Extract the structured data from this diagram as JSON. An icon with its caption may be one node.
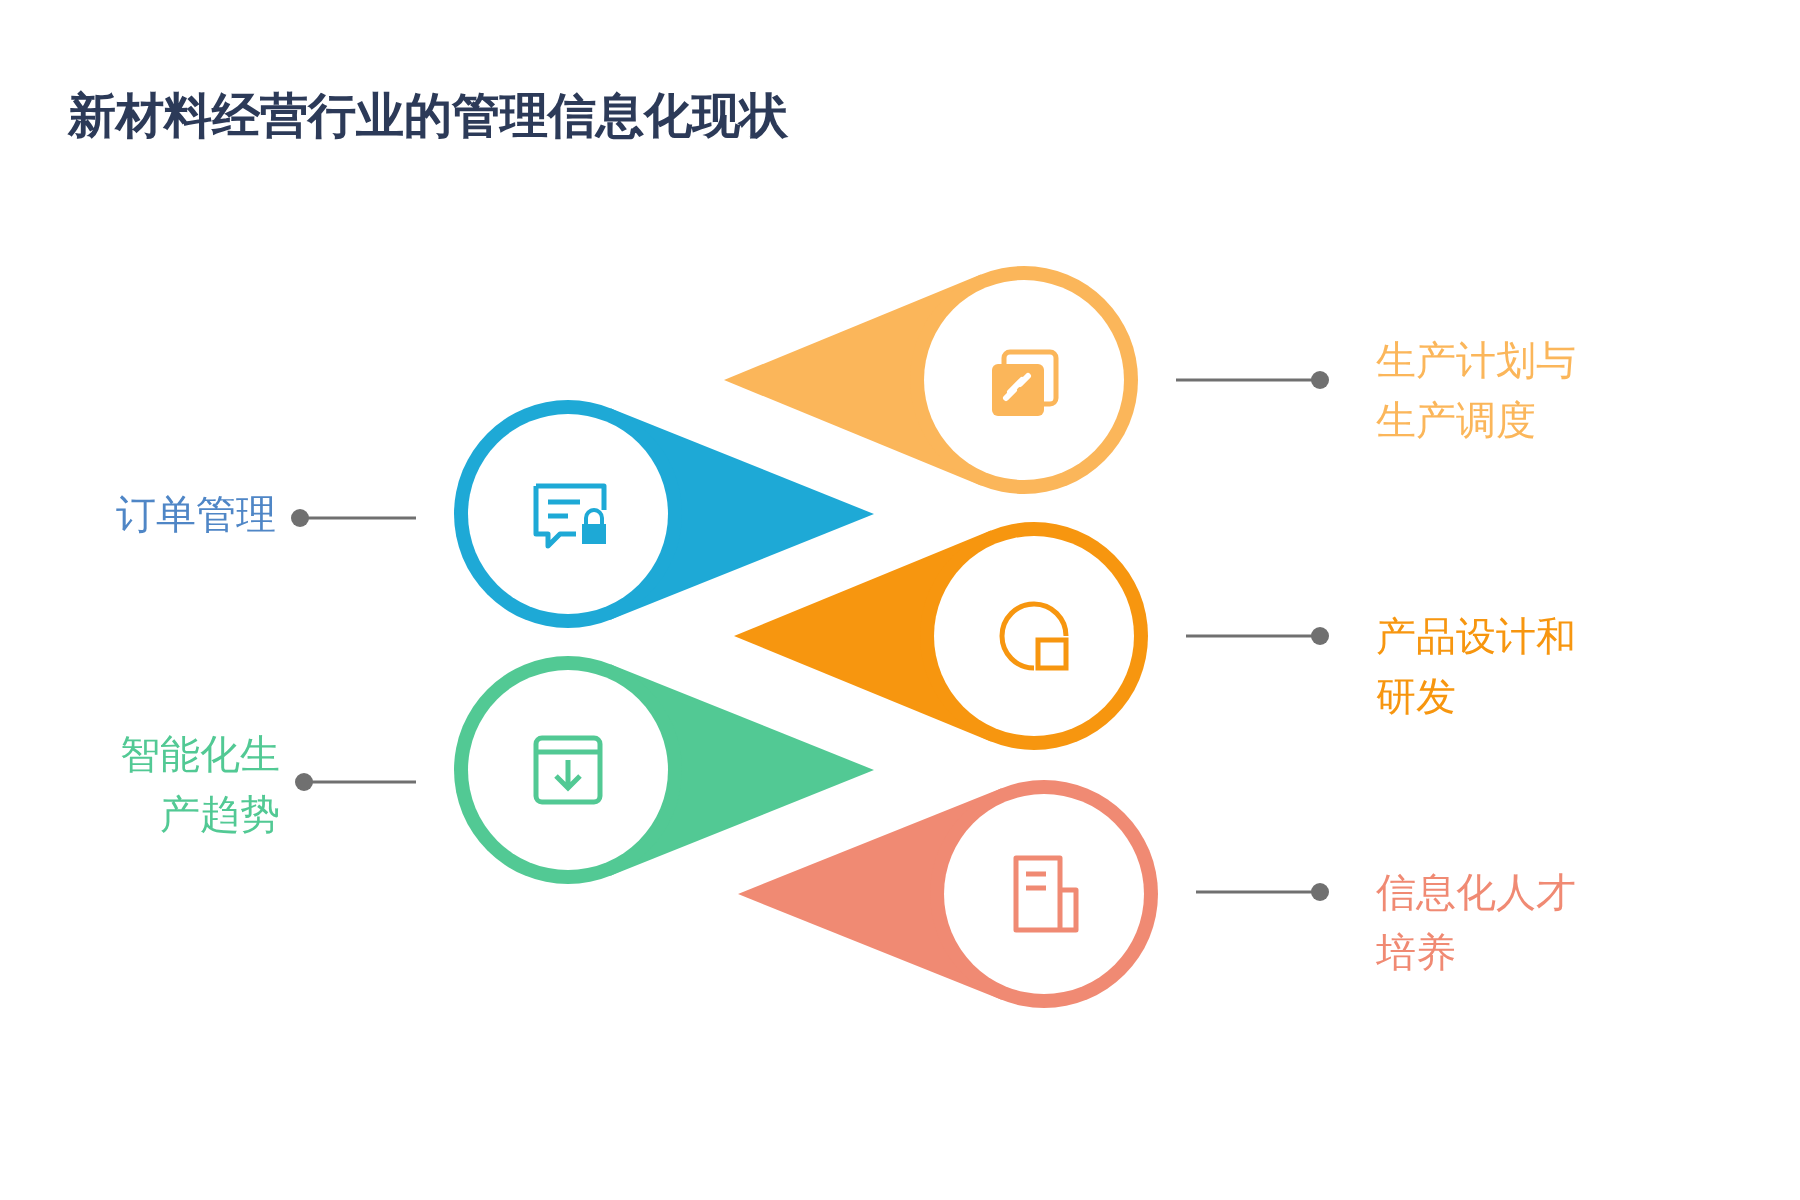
{
  "diagram": {
    "title": "新材料经营行业的管理信息化现状",
    "nodes": [
      {
        "text": [],
        "shape": "circle"
      },
      {
        "text": [
          "生产计划与生产调度"
        ]
      },
      {
        "text": [],
        "shape": "circle"
      },
      {
        "text": [
          "订单管理"
        ]
      },
      {
        "text": [],
        "shape": "circle"
      },
      {
        "text": [
          "产品设计和研发"
        ]
      },
      {
        "text": [],
        "shape": "circle"
      },
      {
        "text": [
          "智能化生产趋势"
        ]
      },
      {
        "text": [],
        "shape": "circle"
      },
      {
        "text": [
          "信息化人才培养"
        ]
      }
    ],
    "edges": [
      {
        "from": 1,
        "to": 0,
        "arrow": "other"
      },
      {
        "from": 3,
        "to": 2,
        "arrow": "other"
      },
      {
        "from": 5,
        "to": 4,
        "arrow": "other"
      },
      {
        "from": 7,
        "to": 6,
        "arrow": "other"
      },
      {
        "from": 9,
        "to": 8,
        "arrow": "other"
      }
    ]
  }
}
